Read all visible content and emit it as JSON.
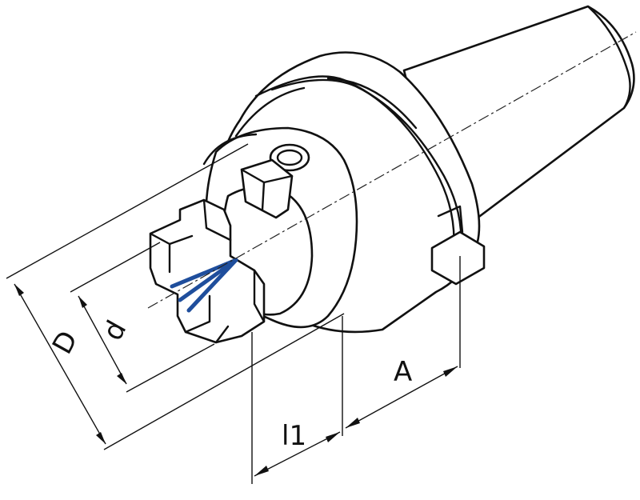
{
  "labels": {
    "D": "D",
    "d": "d",
    "l1": "l1",
    "A": "A"
  },
  "colors": {
    "line": "#111111",
    "coolant": "#1f4e9c",
    "background": "#ffffff"
  }
}
